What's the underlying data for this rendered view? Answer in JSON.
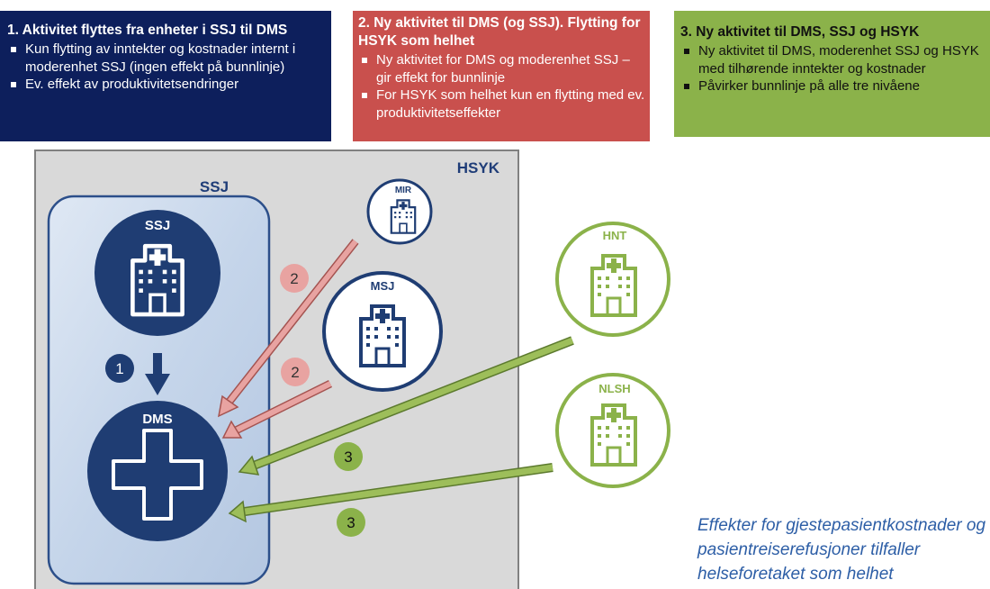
{
  "box1": {
    "title": "1. Aktivitet flyttes fra enheter i SSJ til DMS",
    "bullets": [
      "Kun flytting av inntekter og kostnader internt i moderenhet SSJ (ingen effekt på bunnlinje)",
      "Ev. effekt av produktivitetsendringer"
    ],
    "color": "#0d1f5c"
  },
  "box2": {
    "title": "2. Ny aktivitet til DMS (og SSJ). Flytting for HSYK som helhet",
    "bullets": [
      "Ny aktivitet for DMS og moderenhet SSJ – gir effekt for bunnlinje",
      "For HSYK som helhet kun en flytting med ev. produktivitetseffekter"
    ],
    "color": "#c9504d"
  },
  "box3": {
    "title": "3. Ny aktivitet til DMS, SSJ og HSYK",
    "bullets": [
      "Ny aktivitet til DMS, moderenhet SSJ og HSYK med tilhørende inntekter og kostnader",
      "Påvirker bunnlinje på alle tre nivåene"
    ],
    "color": "#8bb24a"
  },
  "diagram": {
    "hsyk_label": "HSYK",
    "ssj_region_label": "SSJ",
    "nodes": {
      "ssj": "SSJ",
      "dms": "DMS",
      "mir": "MIR",
      "msj": "MSJ",
      "hnt": "HNT",
      "nlsh": "NLSH"
    },
    "badges": {
      "one": "1",
      "two_a": "2",
      "two_b": "2",
      "three_a": "3",
      "three_b": "3"
    }
  },
  "note": "Effekter for gjestepasientkostnader og pasientreiserefusjoner tilfaller helseforetaket som helhet"
}
